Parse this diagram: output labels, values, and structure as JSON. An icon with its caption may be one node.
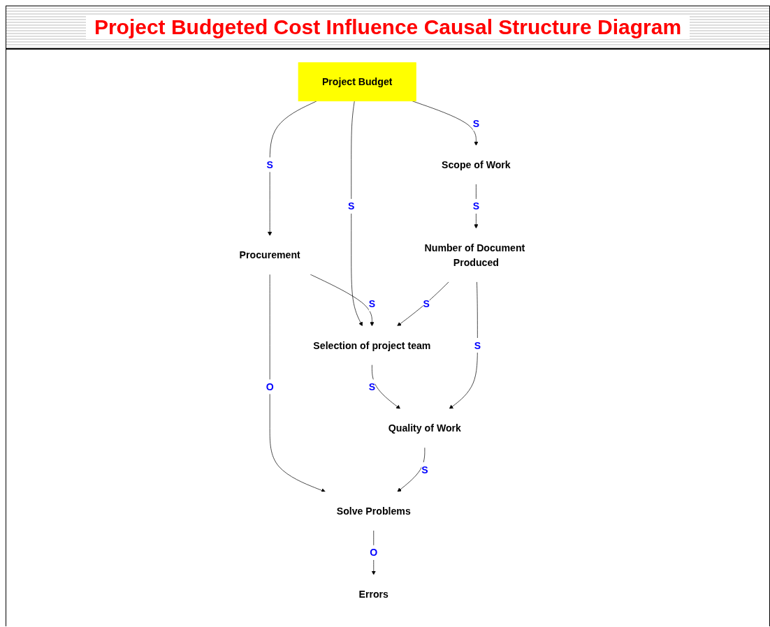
{
  "diagram": {
    "title": "Project Budgeted Cost Influence Causal Structure Diagram",
    "nodes": [
      {
        "text": [
          "Errors"
        ]
      },
      {
        "text": [
          "Solve Problems"
        ]
      },
      {
        "text": [
          "Procurement"
        ]
      },
      {
        "text": [
          "Project Budget"
        ]
      },
      {
        "text": [
          "Scope of Work"
        ]
      },
      {
        "text": [
          "Selection of project team"
        ]
      },
      {
        "text": [
          "Quality of Work"
        ]
      },
      {
        "text": [
          "Number of Document Produced"
        ]
      }
    ],
    "edges": [
      {
        "from": 1,
        "to": 0,
        "arrow": "to",
        "label": "O"
      },
      {
        "from": 2,
        "to": 1,
        "arrow": "to",
        "label": "O"
      },
      {
        "from": 3,
        "to": 2,
        "arrow": "to",
        "label": "S"
      },
      {
        "from": 3,
        "to": 4,
        "arrow": "to",
        "label": "S"
      },
      {
        "from": 3,
        "to": 5,
        "arrow": "to",
        "label": "S"
      },
      {
        "from": 2,
        "to": 5,
        "arrow": "to",
        "label": "S"
      },
      {
        "from": 4,
        "to": 7,
        "arrow": "to",
        "label": "S"
      },
      {
        "from": 7,
        "to": 5,
        "arrow": "to",
        "label": "S"
      },
      {
        "from": 5,
        "to": 6,
        "arrow": "to",
        "label": "S"
      },
      {
        "from": 7,
        "to": 6,
        "arrow": "to",
        "label": "S"
      },
      {
        "from": 6,
        "to": 1,
        "arrow": "to",
        "label": "S"
      }
    ]
  }
}
